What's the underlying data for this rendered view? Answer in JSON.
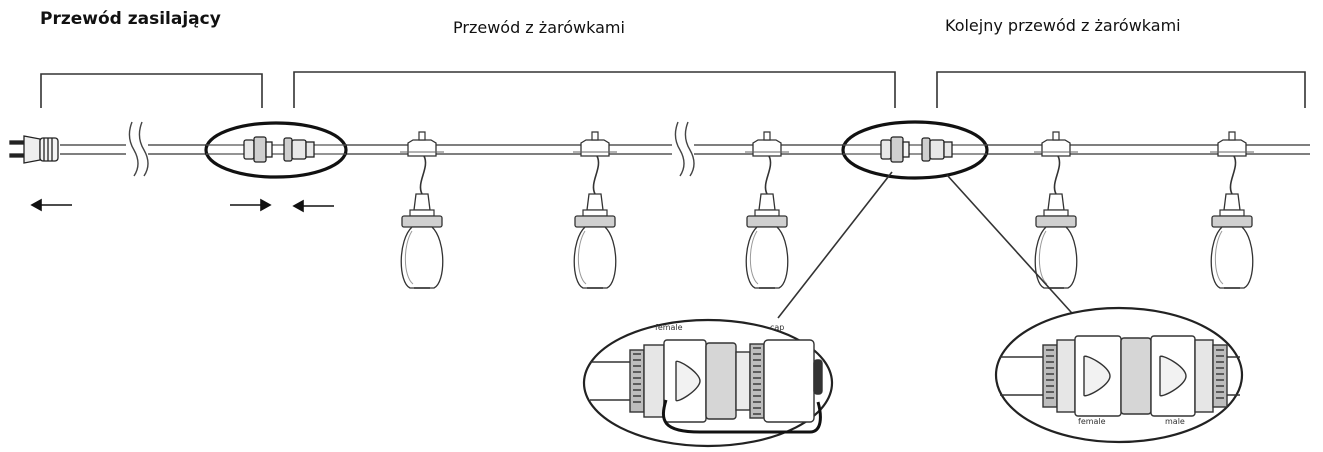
{
  "sections": {
    "power_cord": "Przewód zasilający",
    "bulb_cord": "Przewód z żarówkami",
    "next_bulb_cord": "Kolejny przewód z żarówkami"
  },
  "detail_left": {
    "label_female": "female",
    "label_cap": "cap"
  },
  "detail_right": {
    "label_female": "female",
    "label_male": "male"
  },
  "colors": {
    "line": "#1a1a1a",
    "cable": "#555555",
    "fill": "#ffffff",
    "shade": "#d9d9d9"
  }
}
